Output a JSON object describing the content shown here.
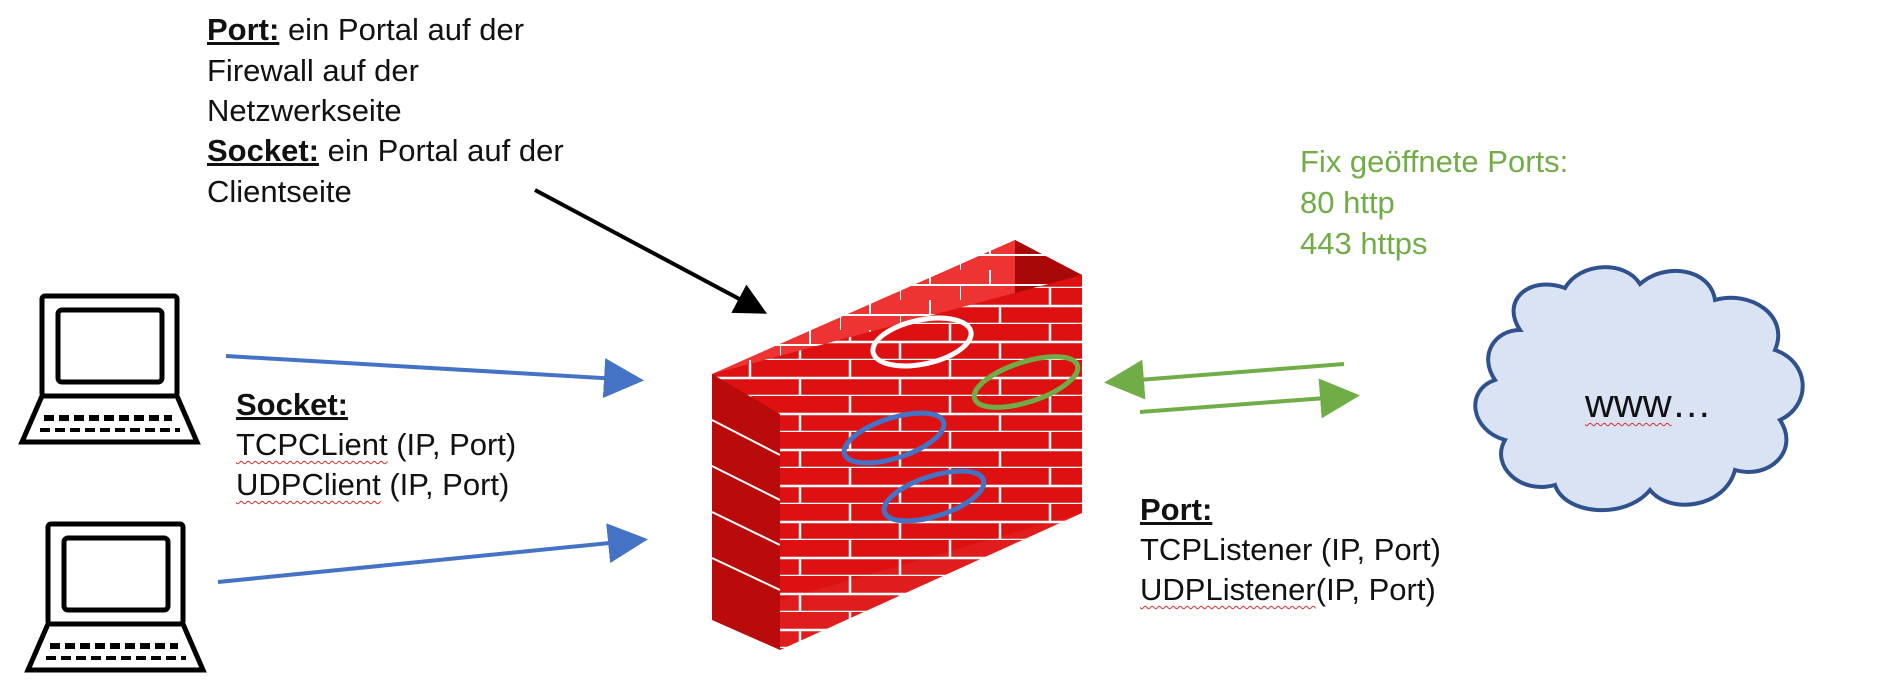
{
  "definitions": {
    "port_term": "Port:",
    "port_text_1": " ein Portal auf der",
    "port_text_2": "Firewall auf der",
    "port_text_3": "Netzwerkseite",
    "socket_term": "Socket:",
    "socket_text_1": " ein Portal auf der",
    "socket_text_2": "Clientseite"
  },
  "socket_box": {
    "heading": "Socket:",
    "tcp_class": "TCPCLient",
    "tcp_args": " (IP, Port)",
    "udp_class": "UDPClient",
    "udp_args": " (IP, Port)"
  },
  "port_box": {
    "heading": "Port:",
    "tcp_class": "TCPListener",
    "tcp_args": " (IP, Port)",
    "udp_class": "UDPListener",
    "udp_args": "(IP, Port)"
  },
  "open_ports": {
    "title": "Fix geöffnete Ports:",
    "http": "80 http",
    "https": "443 https"
  },
  "cloud": {
    "label": "www",
    "ellipsis": "…"
  },
  "colors": {
    "brick": "#dd1111",
    "brick_dark": "#a80808",
    "brick_top": "#ee3333",
    "blue_arrow": "#4472c4",
    "green": "#70ad47",
    "cloud_fill": "#dae3f3",
    "cloud_stroke": "#2f528f"
  },
  "icons": [
    "laptop-icon",
    "laptop-icon",
    "firewall-icon",
    "cloud-icon"
  ]
}
